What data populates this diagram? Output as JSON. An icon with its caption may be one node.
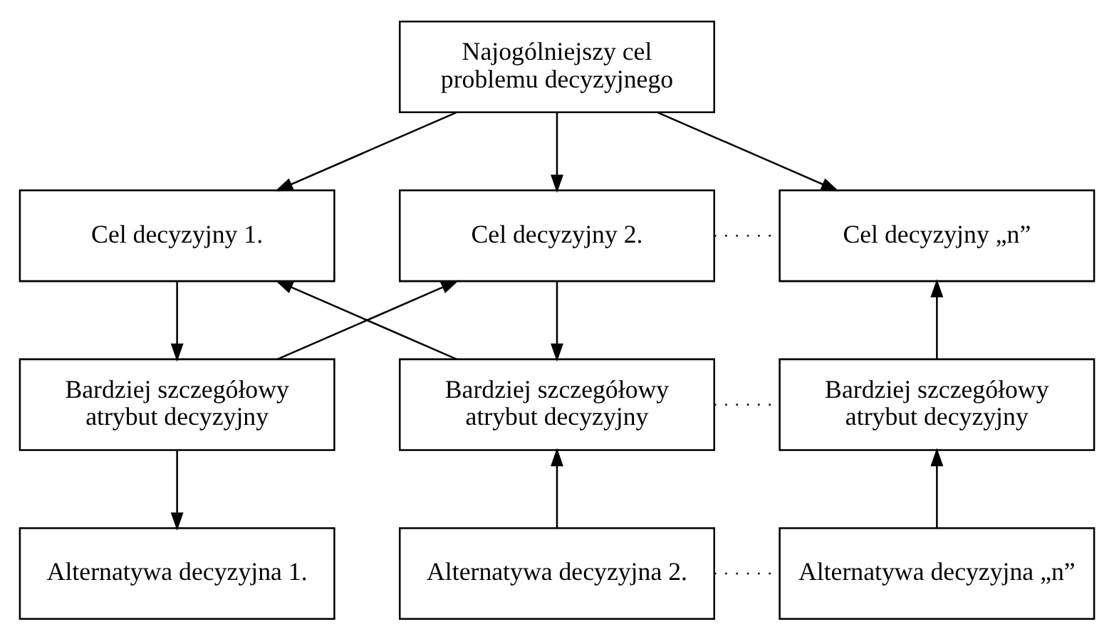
{
  "diagram": {
    "nodes": [
      {
        "text": [
          "Najogólniejszy cel problemu decyzyjnego"
        ]
      },
      {
        "text": [
          "Cel decyzyjny 1."
        ]
      },
      {
        "text": [
          "Cel decyzyjny 2."
        ]
      },
      {
        "text": [
          "Cel decyzyjny „n”"
        ]
      },
      {
        "text": [
          "Bardziej szczegółowy atrybut decyzyjny"
        ]
      },
      {
        "text": [
          "Bardziej szczegółowy atrybut decyzyjny"
        ]
      },
      {
        "text": [
          "Bardziej szczegółowy atrybut decyzyjny"
        ]
      },
      {
        "text": [
          "Alternatywa decyzyjna 1."
        ]
      },
      {
        "text": [
          "Alternatywa decyzyjna 2."
        ]
      },
      {
        "text": [
          "Alternatywa decyzyjna „n”"
        ]
      }
    ],
    "edges": [
      {
        "from": 0,
        "to": 1,
        "arrow": "to"
      },
      {
        "from": 0,
        "to": 2,
        "arrow": "to"
      },
      {
        "from": 0,
        "to": 3,
        "arrow": "to"
      },
      {
        "from": 1,
        "to": 4,
        "arrow": "to"
      },
      {
        "from": 2,
        "to": 5,
        "arrow": "to"
      },
      {
        "from": 5,
        "to": 1,
        "arrow": "to"
      },
      {
        "from": 4,
        "to": 2,
        "arrow": "to"
      },
      {
        "from": 6,
        "to": 3,
        "arrow": "to"
      },
      {
        "from": 2,
        "to": 3,
        "arrow": "none",
        "style": "dashed"
      },
      {
        "from": 5,
        "to": 6,
        "arrow": "none",
        "style": "dashed"
      },
      {
        "from": 4,
        "to": 7,
        "arrow": "to"
      },
      {
        "from": 8,
        "to": 5,
        "arrow": "to"
      },
      {
        "from": 9,
        "to": 6,
        "arrow": "to"
      },
      {
        "from": 8,
        "to": 9,
        "arrow": "none",
        "style": "dashed"
      }
    ]
  }
}
